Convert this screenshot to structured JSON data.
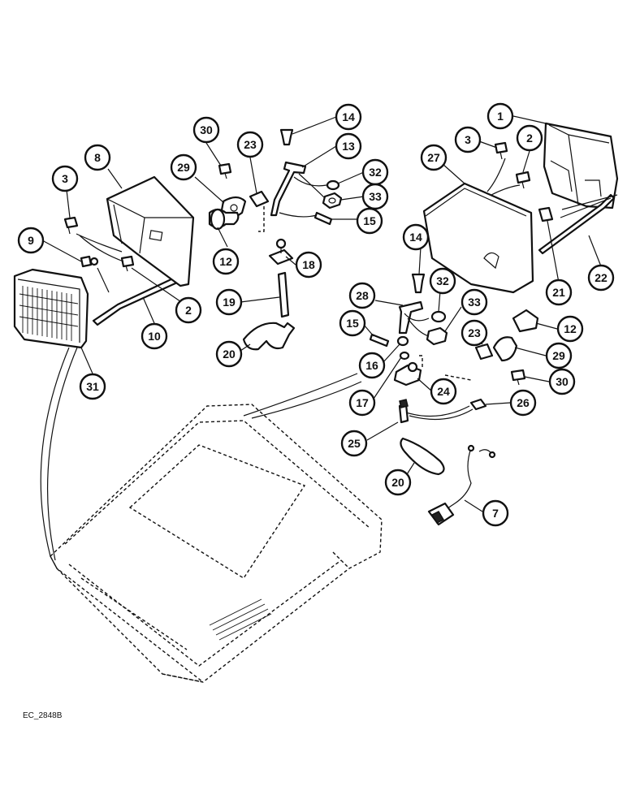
{
  "callouts": [
    {
      "n": "1"
    },
    {
      "n": "2"
    },
    {
      "n": "3"
    },
    {
      "n": "27"
    },
    {
      "n": "14"
    },
    {
      "n": "13"
    },
    {
      "n": "32"
    },
    {
      "n": "33"
    },
    {
      "n": "15"
    },
    {
      "n": "23"
    },
    {
      "n": "30"
    },
    {
      "n": "29"
    },
    {
      "n": "8"
    },
    {
      "n": "3"
    },
    {
      "n": "9"
    },
    {
      "n": "2"
    },
    {
      "n": "10"
    },
    {
      "n": "12"
    },
    {
      "n": "18"
    },
    {
      "n": "19"
    },
    {
      "n": "20"
    },
    {
      "n": "31"
    },
    {
      "n": "28"
    },
    {
      "n": "14"
    },
    {
      "n": "32"
    },
    {
      "n": "33"
    },
    {
      "n": "15"
    },
    {
      "n": "16"
    },
    {
      "n": "17"
    },
    {
      "n": "24"
    },
    {
      "n": "23"
    },
    {
      "n": "12"
    },
    {
      "n": "29"
    },
    {
      "n": "30"
    },
    {
      "n": "26"
    },
    {
      "n": "25"
    },
    {
      "n": "20"
    },
    {
      "n": "7"
    },
    {
      "n": "21"
    },
    {
      "n": "22"
    },
    {
      "n": "2"
    }
  ],
  "reference_code": "EC_2848B",
  "colors": {
    "ink": "#111111",
    "paper": "#ffffff"
  }
}
